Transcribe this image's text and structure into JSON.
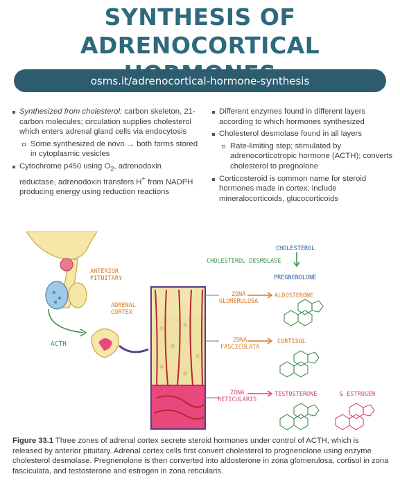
{
  "title_line1": "SYNTHESIS OF ADRENOCORTICAL",
  "title_line2": "HORMONES",
  "url": "osms.it/adrenocortical-hormone-synthesis",
  "left": {
    "b1_em": "Synthesized from cholesterol:",
    "b1_text": "carbon skeleton, 21-carbon molecules; circulation supplies cholesterol which enters adrenal gland cells via endocytosis",
    "b1_sub": "Some synthesized de novo → both forms stored in cytoplasmic vesicles",
    "b2_pre": "Cytochrome p450 using O",
    "b2_sub2": "2",
    "b2_mid": ", adrenodoxin reductase, adrenodoxin transfers H",
    "b2_sup": "+",
    "b2_post": " from NADPH producing energy using reduction reactions"
  },
  "right": {
    "b1": "Different enzymes found in different layers according to which hormones synthesized",
    "b2": "Cholesterol desmolase found in all layers",
    "b2_sub": "Rate-limiting step; stimulated by adrenocorticotropic hormone (ACTH); converts cholesterol to pregnolone",
    "b3": "Corticosteroid is common name for steroid hormones made in cortex: include mineralocorticoids, glucocorticoids"
  },
  "diagram": {
    "anterior_pituitary": [
      "ANTERIOR",
      "PITUITARY"
    ],
    "adrenal_cortex": [
      "ADRENAL",
      "CORTEX"
    ],
    "acth": "ACTH",
    "cholesterol": "CHOLESTEROL",
    "desmolase": "CHOLESTEROL DESMOLASE",
    "pregnenolone": "PREGNENOLONE",
    "zona_glom": [
      "ZONA",
      "GLOMERULOSA"
    ],
    "zona_fasc": [
      "ZONA",
      "FASCICULATA"
    ],
    "zona_ret": [
      "ZONA",
      "RETICULARIS"
    ],
    "aldosterone": "ALDOSTERONE",
    "cortisol": "CORTISOL",
    "testosterone": "TESTOSTERONE",
    "estrogen": "& ESTROGEN"
  },
  "caption": {
    "label": "Figure 33.1",
    "text": "Three zones of adrenal cortex secrete steroid hormones under control of ACTH, which is released by anterior pituitary. Adrenal cortex cells first convert cholesterol to prognenolone using enzyme cholesterol desmolase. Pregnenolone is then converted into aldosterone in zona glomerulosa, cortisol in zona fasciculata, and testosterone and estrogen in zona reticularis."
  },
  "colors": {
    "title": "#2c6a7c",
    "url_bar": "#2c5c6e",
    "glomerulosa": "#f2e3a8",
    "fasciculata": "#efe2a6",
    "reticularis": "#e8487c",
    "vessels": "#b8262f"
  }
}
